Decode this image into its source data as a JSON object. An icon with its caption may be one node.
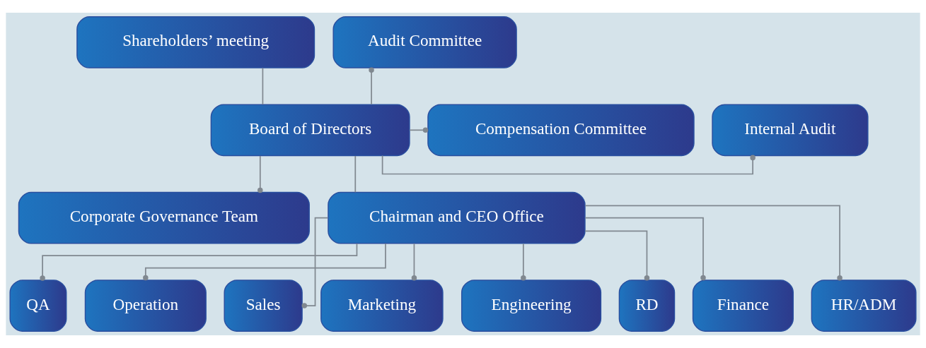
{
  "diagram": {
    "nodes": [
      {
        "text": [
          "Shareholders’ meeting"
        ]
      },
      {
        "text": [
          "Board of Directors"
        ]
      },
      {
        "text": [
          "Internal Audit"
        ]
      },
      {
        "text": [
          "Audit Committee"
        ]
      },
      {
        "text": [
          "Compensation Committee"
        ]
      },
      {
        "text": [
          "Corporate Governance Team"
        ]
      },
      {
        "text": [
          "Chairman and CEO Office"
        ]
      },
      {
        "text": [
          "QA"
        ]
      },
      {
        "text": [
          "Operation"
        ]
      },
      {
        "text": [
          "Sales"
        ]
      },
      {
        "text": [
          "Marketing"
        ]
      },
      {
        "text": [
          "Engineering"
        ]
      },
      {
        "text": [
          "RD"
        ]
      },
      {
        "text": [
          "Finance"
        ]
      },
      {
        "text": [
          "HR/ADM"
        ]
      }
    ],
    "edges": [
      {
        "from": 0,
        "to": 1,
        "arrow": "none"
      },
      {
        "from": 1,
        "to": 2,
        "arrow": "other"
      },
      {
        "from": 1,
        "to": 3,
        "arrow": "other"
      },
      {
        "from": 1,
        "to": 4,
        "arrow": "other"
      },
      {
        "from": 1,
        "to": 5,
        "arrow": "other"
      },
      {
        "from": 1,
        "to": 6,
        "arrow": "none"
      },
      {
        "from": 6,
        "to": 7,
        "arrow": "other"
      },
      {
        "from": 6,
        "to": 8,
        "arrow": "other"
      },
      {
        "from": 6,
        "to": 9,
        "arrow": "other"
      },
      {
        "from": 6,
        "to": 10,
        "arrow": "other"
      },
      {
        "from": 6,
        "to": 11,
        "arrow": "other"
      },
      {
        "from": 6,
        "to": 12,
        "arrow": "other"
      },
      {
        "from": 6,
        "to": 13,
        "arrow": "other"
      },
      {
        "from": 6,
        "to": 14,
        "arrow": "other"
      }
    ]
  }
}
